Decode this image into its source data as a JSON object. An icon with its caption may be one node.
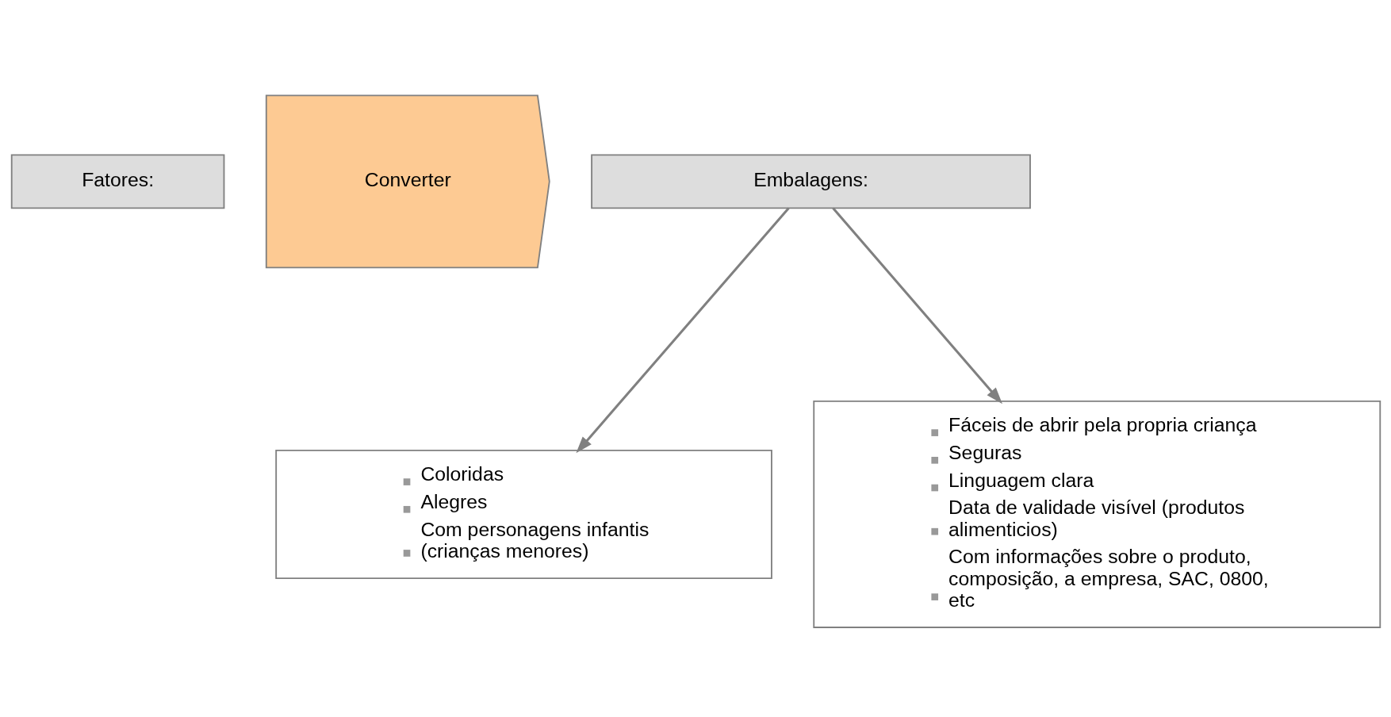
{
  "diagram": {
    "nodes": [
      {
        "text": [
          "Fatores:"
        ]
      },
      {
        "text": [
          "Converter"
        ]
      },
      {
        "text": [
          "Embalagens:"
        ]
      },
      {
        "text": [
          "Coloridas",
          "Alegres",
          "Com personagens infantis (crianças menores)"
        ]
      },
      {
        "text": [
          "Fáceis de abrir pela propria criança",
          "Seguras",
          "Linguagem clara",
          "Data de validade visível (produtos alimenticios)",
          "Com informações sobre o produto, composição, a empresa, SAC, 0800, etc"
        ]
      }
    ],
    "edges": [
      {
        "from": 2,
        "to": 3,
        "arrow": "to"
      },
      {
        "from": 2,
        "to": 4,
        "arrow": "to"
      }
    ]
  }
}
